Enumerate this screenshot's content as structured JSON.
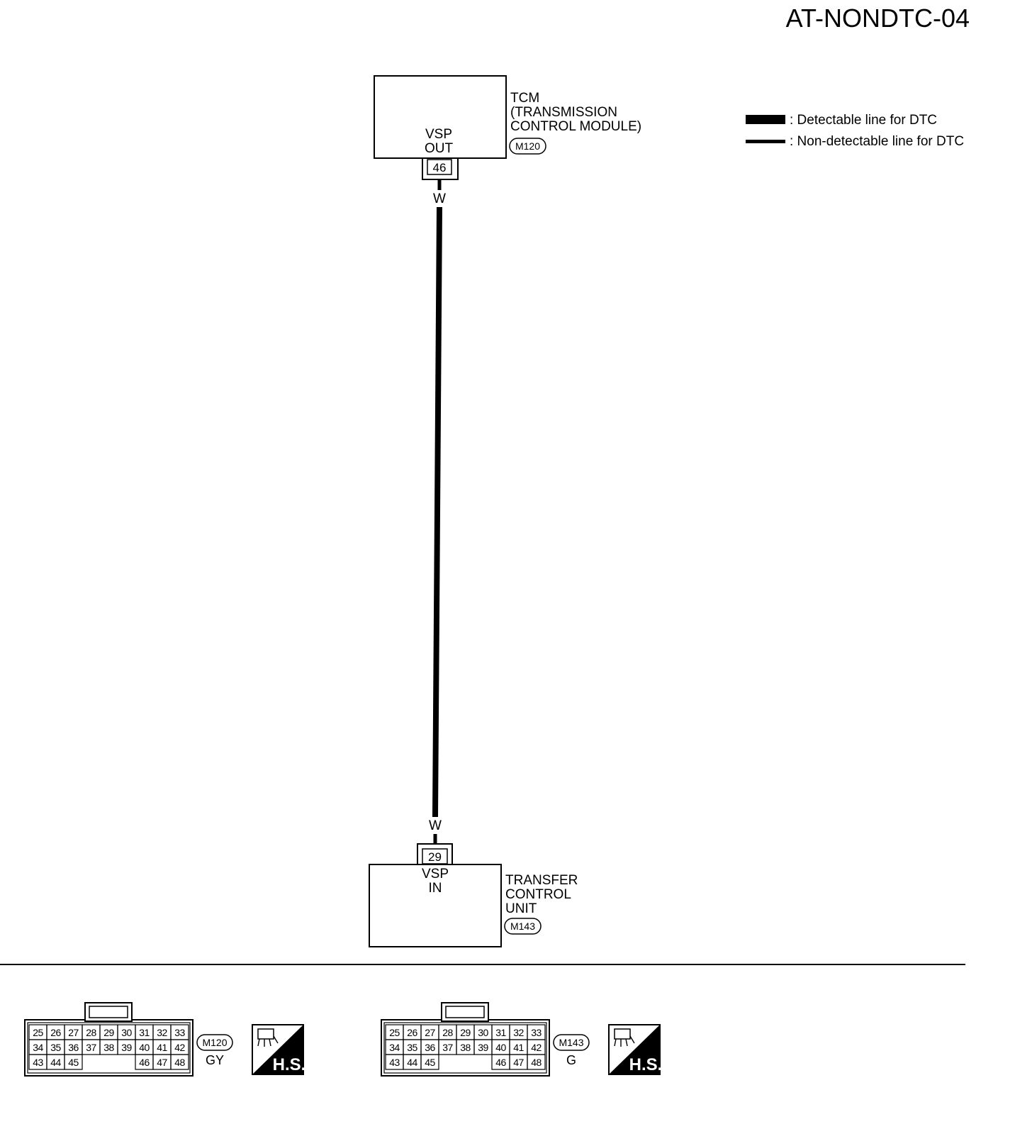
{
  "diagram_id": "AT-NONDTC-04",
  "legend": [
    {
      "label": ": Detectable line for DTC"
    },
    {
      "label": ": Non-detectable line for DTC"
    }
  ],
  "tcm": {
    "name_lines": [
      "TCM",
      "(TRANSMISSION",
      "CONTROL MODULE)"
    ],
    "terminal_lines": [
      "VSP",
      "OUT"
    ],
    "connector": "M120",
    "pin": "46",
    "wire_color": "W"
  },
  "transfer": {
    "name_lines": [
      "TRANSFER",
      "CONTROL",
      "UNIT"
    ],
    "terminal_lines": [
      "VSP",
      "IN"
    ],
    "connector": "M143",
    "pin": "29",
    "wire_color": "W"
  },
  "connector_views": [
    {
      "code": "M120",
      "color": "GY",
      "hs_label": "H.S.",
      "rows": [
        [
          "25",
          "26",
          "27",
          "28",
          "29",
          "30",
          "31",
          "32",
          "33"
        ],
        [
          "34",
          "35",
          "36",
          "37",
          "38",
          "39",
          "40",
          "41",
          "42"
        ],
        [
          "43",
          "44",
          "45",
          "",
          "",
          "",
          "46",
          "47",
          "48"
        ]
      ]
    },
    {
      "code": "M143",
      "color": "G",
      "hs_label": "H.S.",
      "rows": [
        [
          "25",
          "26",
          "27",
          "28",
          "29",
          "30",
          "31",
          "32",
          "33"
        ],
        [
          "34",
          "35",
          "36",
          "37",
          "38",
          "39",
          "40",
          "41",
          "42"
        ],
        [
          "43",
          "44",
          "45",
          "",
          "",
          "",
          "46",
          "47",
          "48"
        ]
      ]
    }
  ]
}
